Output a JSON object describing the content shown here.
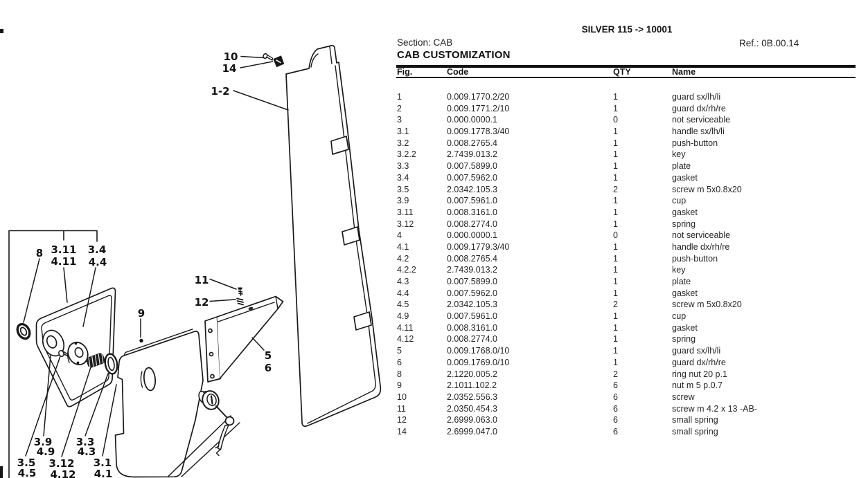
{
  "page": {
    "paper": "#ffffff",
    "ink": "#1c1c1c"
  },
  "header": {
    "model_range": "SILVER 115 -> 10001",
    "section": "Section: CAB",
    "reference": "Ref.: 0B.00.14",
    "title": "CAB CUSTOMIZATION"
  },
  "parts_table": {
    "columns": [
      "Fig.",
      "Code",
      "QTY",
      "Name"
    ],
    "rows": [
      {
        "fig": "1",
        "code": "0.009.1770.2/20",
        "qty": "1",
        "name": "guard sx/lh/li"
      },
      {
        "fig": "2",
        "code": "0.009.1771.2/10",
        "qty": "1",
        "name": "guard dx/rh/re"
      },
      {
        "fig": "3",
        "code": "0.000.0000.1",
        "qty": "0",
        "name": "not serviceable"
      },
      {
        "fig": "3.1",
        "code": "0.009.1778.3/40",
        "qty": "1",
        "name": "handle sx/lh/li"
      },
      {
        "fig": "3.2",
        "code": "0.008.2765.4",
        "qty": "1",
        "name": "push-button"
      },
      {
        "fig": "3.2.2",
        "code": "2.7439.013.2",
        "qty": "1",
        "name": "key"
      },
      {
        "fig": "3.3",
        "code": "0.007.5899.0",
        "qty": "1",
        "name": "plate"
      },
      {
        "fig": "3.4",
        "code": "0.007.5962.0",
        "qty": "1",
        "name": "gasket"
      },
      {
        "fig": "3.5",
        "code": "2.0342.105.3",
        "qty": "2",
        "name": "screw m 5x0.8x20"
      },
      {
        "fig": "3.9",
        "code": "0.007.5961.0",
        "qty": "1",
        "name": "cup"
      },
      {
        "fig": "3.11",
        "code": "0.008.3161.0",
        "qty": "1",
        "name": "gasket"
      },
      {
        "fig": "3.12",
        "code": "0.008.2774.0",
        "qty": "1",
        "name": "spring"
      },
      {
        "fig": "4",
        "code": "0.000.0000.1",
        "qty": "0",
        "name": "not serviceable"
      },
      {
        "fig": "4.1",
        "code": "0.009.1779.3/40",
        "qty": "1",
        "name": "handle dx/rh/re"
      },
      {
        "fig": "4.2",
        "code": "0.008.2765.4",
        "qty": "1",
        "name": "push-button"
      },
      {
        "fig": "4.2.2",
        "code": "2.7439.013.2",
        "qty": "1",
        "name": "key"
      },
      {
        "fig": "4.3",
        "code": "0.007.5899.0",
        "qty": "1",
        "name": "plate"
      },
      {
        "fig": "4.4",
        "code": "0.007.5962.0",
        "qty": "1",
        "name": "gasket"
      },
      {
        "fig": "4.5",
        "code": "2.0342.105.3",
        "qty": "2",
        "name": "screw m 5x0.8x20"
      },
      {
        "fig": "4.9",
        "code": "0.007.5961.0",
        "qty": "1",
        "name": "cup"
      },
      {
        "fig": "4.11",
        "code": "0.008.3161.0",
        "qty": "1",
        "name": "gasket"
      },
      {
        "fig": "4.12",
        "code": "0.008.2774.0",
        "qty": "1",
        "name": "spring"
      },
      {
        "fig": "5",
        "code": "0.009.1768.0/10",
        "qty": "1",
        "name": "guard sx/lh/li"
      },
      {
        "fig": "6",
        "code": "0.009.1769.0/10",
        "qty": "1",
        "name": "guard dx/rh/re"
      },
      {
        "fig": "8",
        "code": "2.1220.005.2",
        "qty": "2",
        "name": "ring nut 20 p.1"
      },
      {
        "fig": "9",
        "code": "2.1011.102.2",
        "qty": "6",
        "name": "nut m 5 p.0.7"
      },
      {
        "fig": "10",
        "code": "2.0352.556.3",
        "qty": "6",
        "name": "screw"
      },
      {
        "fig": "11",
        "code": "2.0350.454.3",
        "qty": "6",
        "name": "screw m 4.2 x 13 -AB-"
      },
      {
        "fig": "12",
        "code": "2.6999.063.0",
        "qty": "6",
        "name": "small spring"
      },
      {
        "fig": "14",
        "code": "2.6999.047.0",
        "qty": "6",
        "name": "small spring"
      }
    ]
  },
  "diagram": {
    "callouts": {
      "c10": "10",
      "c14": "14",
      "c1_2": "1-2",
      "c8": "8",
      "c3_11": "3.11",
      "c4_11": "4.11",
      "c3_4": "3.4",
      "c4_4": "4.4",
      "c9": "9",
      "c11": "11",
      "c12": "12",
      "c5": "5",
      "c6": "6",
      "c3_9": "3.9",
      "c4_9": "4.9",
      "c3_5": "3.5",
      "c4_5": "4.5",
      "c3_12": "3.12",
      "c4_12": "4.12",
      "c3_3": "3.3",
      "c4_3": "4.3",
      "c3_1": "3.1",
      "c4_1": "4.1"
    }
  }
}
